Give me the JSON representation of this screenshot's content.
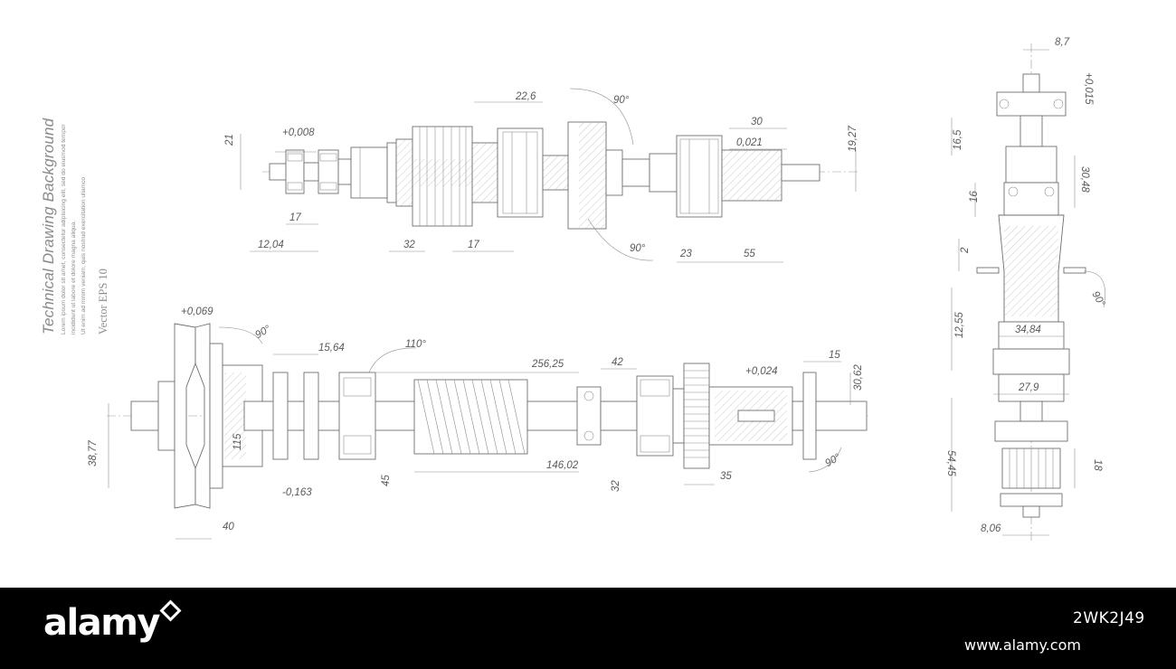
{
  "sidebar": {
    "title": "Technical Drawing Background",
    "lorem": [
      "Lorem ipsum dolor sit amet, consectetur adipisicing elit, sed do eiusmod tempor",
      "incididunt ut labore et dolore magna aliqua.",
      "Ut enim ad minim veniam, quis nostrud exercitation ullamco"
    ],
    "vector": "Vector  EPS 10"
  },
  "dimensions": {
    "top_shaft": [
      "21",
      "+0,008",
      "17",
      "12,04",
      "32",
      "17",
      "22,6",
      "90°",
      "90°",
      "23",
      "55",
      "30",
      "0,021",
      "19,27"
    ],
    "bottom_shaft": [
      "+0,069",
      "90°",
      "38,77",
      "115",
      "-0,163",
      "40",
      "15,64",
      "110°",
      "45",
      "256,25",
      "146,02",
      "42",
      "32",
      "+0,024",
      "35",
      "15",
      "30,62",
      "90°"
    ],
    "vertical_shaft": [
      "8,7",
      "+0,015",
      "16,5",
      "30,48",
      "16",
      "2",
      "90°",
      "12,55",
      "34,84",
      "27,9",
      "54,45",
      "18",
      "8,06"
    ]
  },
  "footer": {
    "brand": "alamy",
    "image_id": "2WK2J49",
    "url": "www.alamy.com"
  },
  "colors": {
    "line": "#7b7b7b",
    "text": "#5a5a5a",
    "background": "#ffffff",
    "footer": "#000000"
  }
}
